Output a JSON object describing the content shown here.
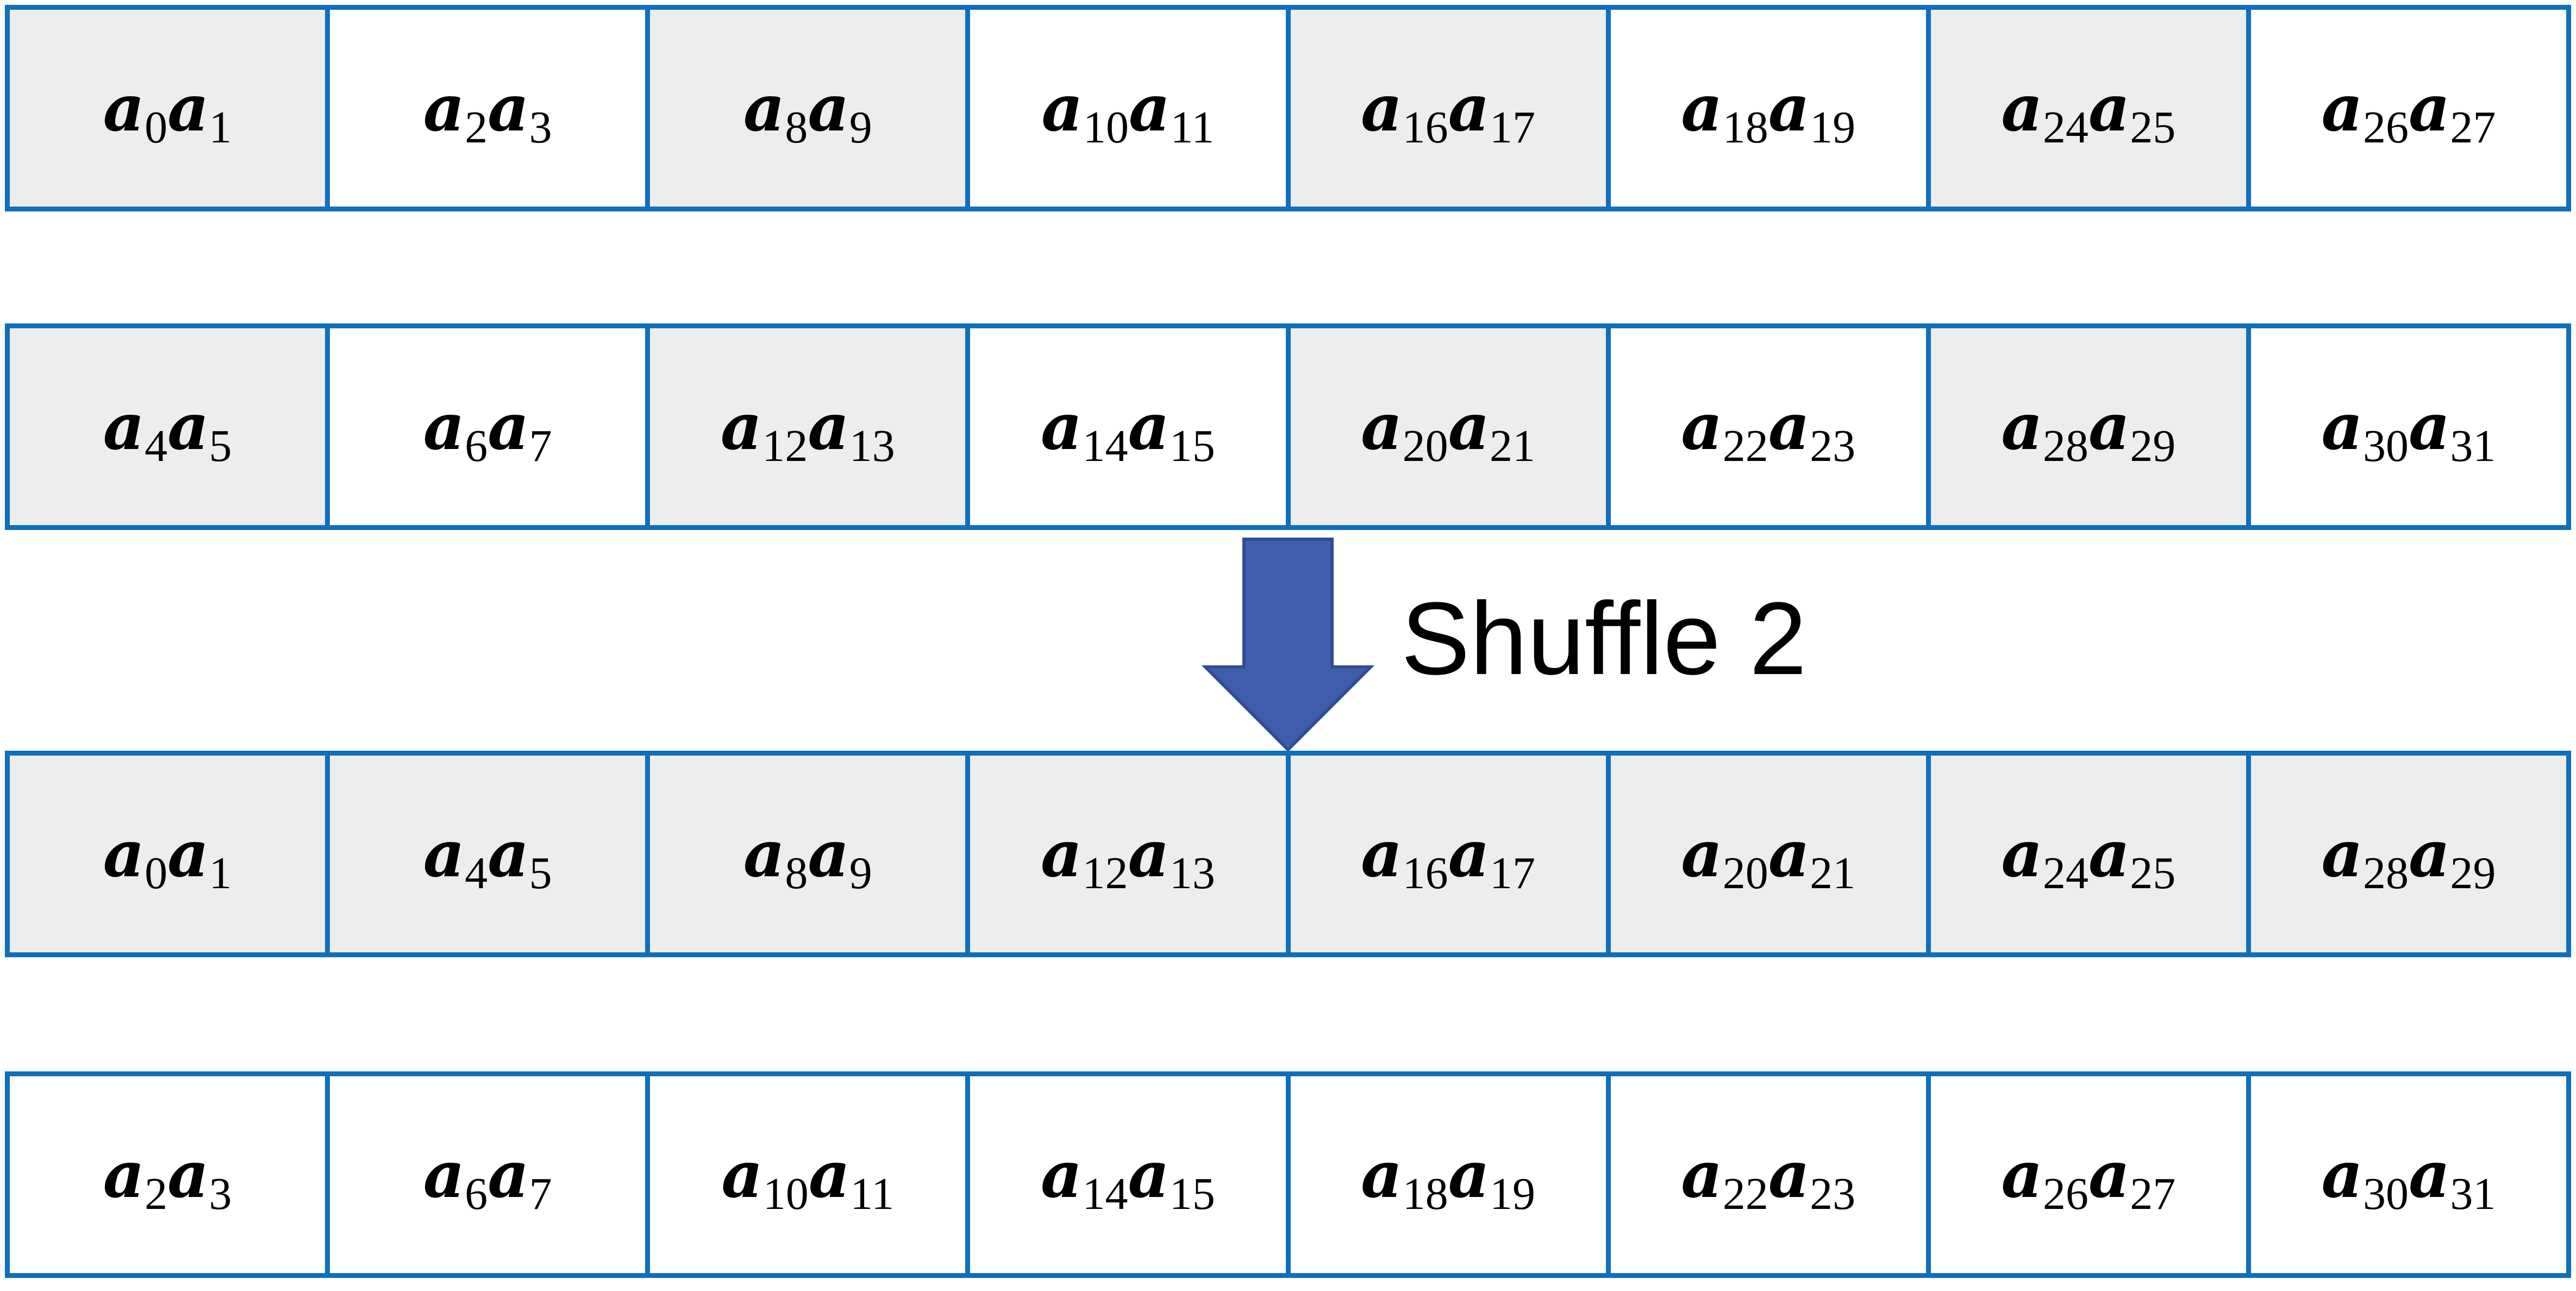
{
  "colors": {
    "border": "#0f6fbd",
    "shaded_fill": "#ededed",
    "plain_fill": "#ffffff",
    "arrow_fill": "#3f5fae",
    "arrow_stroke": "#2f4d91"
  },
  "symbol": "a",
  "rows": [
    {
      "cells": [
        {
          "s1": "0",
          "s2": "1",
          "shaded": true
        },
        {
          "s1": "2",
          "s2": "3",
          "shaded": false
        },
        {
          "s1": "8",
          "s2": "9",
          "shaded": true
        },
        {
          "s1": "10",
          "s2": "11",
          "shaded": false
        },
        {
          "s1": "16",
          "s2": "17",
          "shaded": true
        },
        {
          "s1": "18",
          "s2": "19",
          "shaded": false
        },
        {
          "s1": "24",
          "s2": "25",
          "shaded": true
        },
        {
          "s1": "26",
          "s2": "27",
          "shaded": false
        }
      ]
    },
    {
      "cells": [
        {
          "s1": "4",
          "s2": "5",
          "shaded": true
        },
        {
          "s1": "6",
          "s2": "7",
          "shaded": false
        },
        {
          "s1": "12",
          "s2": "13",
          "shaded": true
        },
        {
          "s1": "14",
          "s2": "15",
          "shaded": false
        },
        {
          "s1": "20",
          "s2": "21",
          "shaded": true
        },
        {
          "s1": "22",
          "s2": "23",
          "shaded": false
        },
        {
          "s1": "28",
          "s2": "29",
          "shaded": true
        },
        {
          "s1": "30",
          "s2": "31",
          "shaded": false
        }
      ]
    },
    {
      "cells": [
        {
          "s1": "0",
          "s2": "1",
          "shaded": true
        },
        {
          "s1": "4",
          "s2": "5",
          "shaded": true
        },
        {
          "s1": "8",
          "s2": "9",
          "shaded": true
        },
        {
          "s1": "12",
          "s2": "13",
          "shaded": true
        },
        {
          "s1": "16",
          "s2": "17",
          "shaded": true
        },
        {
          "s1": "20",
          "s2": "21",
          "shaded": true
        },
        {
          "s1": "24",
          "s2": "25",
          "shaded": true
        },
        {
          "s1": "28",
          "s2": "29",
          "shaded": true
        }
      ]
    },
    {
      "cells": [
        {
          "s1": "2",
          "s2": "3",
          "shaded": false
        },
        {
          "s1": "6",
          "s2": "7",
          "shaded": false
        },
        {
          "s1": "10",
          "s2": "11",
          "shaded": false
        },
        {
          "s1": "14",
          "s2": "15",
          "shaded": false
        },
        {
          "s1": "18",
          "s2": "19",
          "shaded": false
        },
        {
          "s1": "22",
          "s2": "23",
          "shaded": false
        },
        {
          "s1": "26",
          "s2": "27",
          "shaded": false
        },
        {
          "s1": "30",
          "s2": "31",
          "shaded": false
        }
      ]
    }
  ],
  "arrow": {
    "icon": "down-arrow-icon",
    "label": "Shuffle 2"
  }
}
